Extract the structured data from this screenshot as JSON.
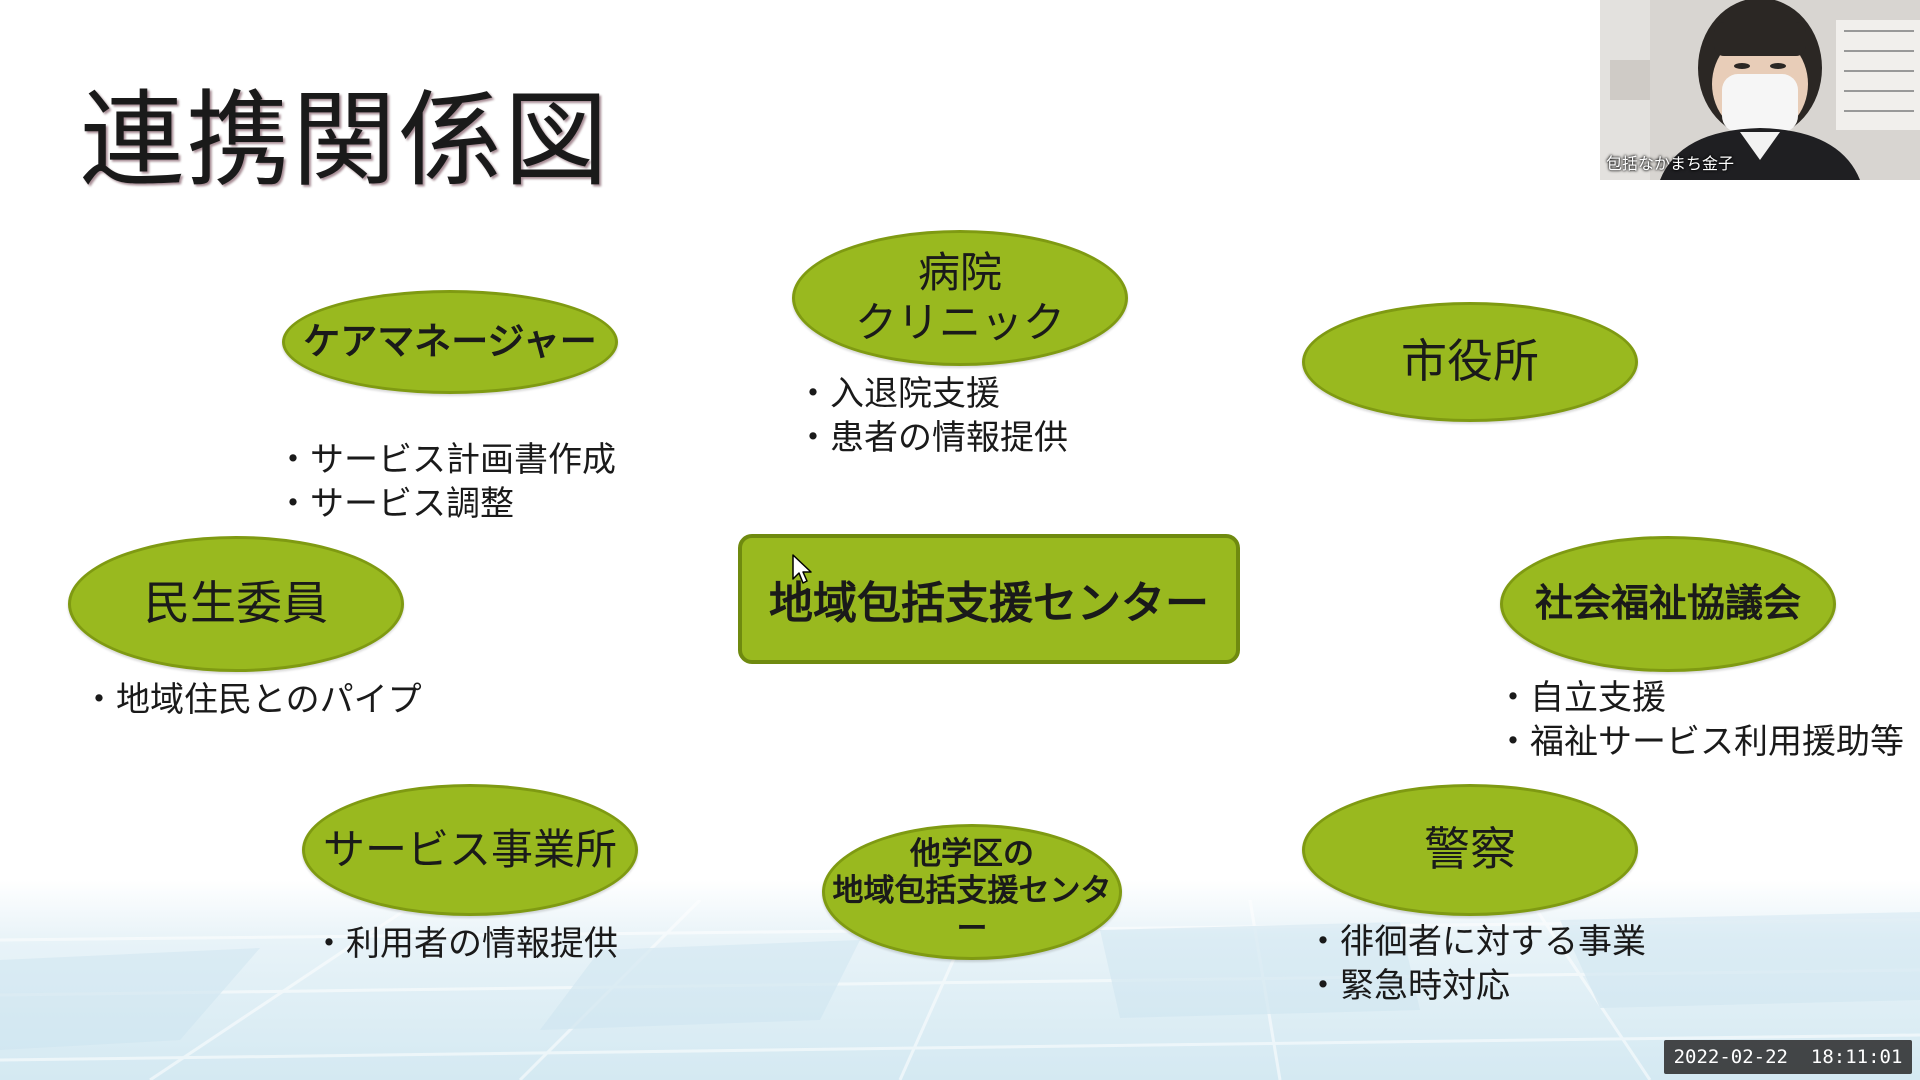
{
  "slide": {
    "title": "連携関係図",
    "center": "地域包括支援センター",
    "nodes": {
      "hospital": "病院\nクリニック",
      "care_manager": "ケアマネージャー",
      "city_hall": "市役所",
      "welfare_commissioner": "民生委員",
      "social_welfare_council": "社会福祉協議会",
      "service_office": "サービス事業所",
      "other_center": "他学区の\n地域包括支援センター",
      "police": "警察"
    },
    "notes": {
      "hospital": [
        "入退院支援",
        "患者の情報提供"
      ],
      "care_manager": [
        "サービス計画書作成",
        "サービス調整"
      ],
      "welfare_commissioner": [
        "地域住民とのパイプ"
      ],
      "social_welfare_council": [
        "自立支援",
        "福祉サービス利用援助等"
      ],
      "service_office": [
        "利用者の情報提供"
      ],
      "police": [
        "徘徊者に対する事業",
        "緊急時対応"
      ]
    }
  },
  "webcam": {
    "participant_name": "包括なかまち金子"
  },
  "timestamp": "2022-02-22  18:11:01",
  "colors": {
    "node_fill": "#99b91f",
    "node_border": "#7f9a12"
  }
}
